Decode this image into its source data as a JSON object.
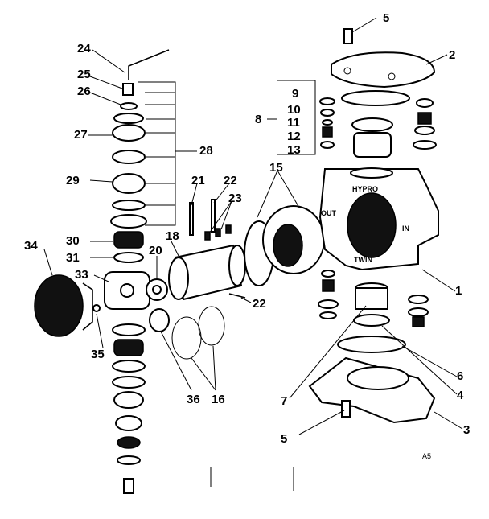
{
  "callouts": [
    "1",
    "2",
    "3",
    "4",
    "5",
    "5",
    "6",
    "7",
    "8",
    "9",
    "10",
    "11",
    "12",
    "13",
    "15",
    "16",
    "18",
    "20",
    "21",
    "22",
    "22",
    "23",
    "24",
    "25",
    "26",
    "27",
    "28",
    "29",
    "30",
    "31",
    "33",
    "34",
    "35",
    "36"
  ],
  "castings": {
    "hypro": "HYPRO",
    "out": "OUT",
    "in": "IN",
    "twin": "TWIN"
  },
  "code": "A5"
}
